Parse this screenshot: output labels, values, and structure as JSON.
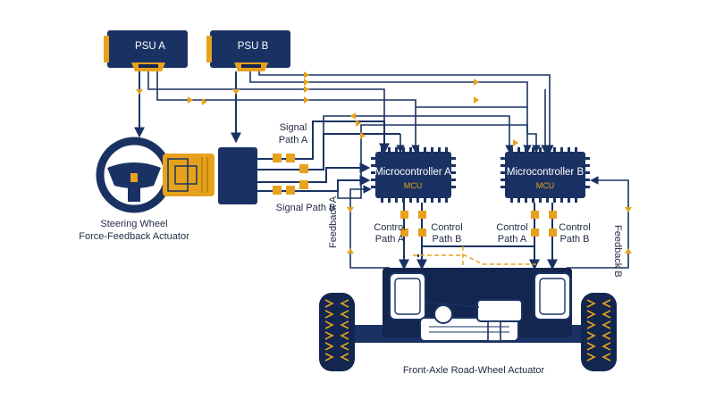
{
  "labels": {
    "psu_a": "PSU A",
    "psu_b": "PSU B",
    "mcu_a_title": "Microcontroller A",
    "mcu_a_sub": "MCU",
    "mcu_b_title": "Microcontroller B",
    "mcu_b_sub": "MCU",
    "signal_path_a_1": "Signal",
    "signal_path_a_2": "Path A",
    "signal_path_b": "Signal Path B",
    "steering_1": "Steering Wheel",
    "steering_2": "Force-Feedback Actuator",
    "control_a_left_1": "Control",
    "control_a_left_2": "Path A",
    "control_b_left_1": "Control",
    "control_b_left_2": "Path B",
    "control_a_right_1": "Control",
    "control_a_right_2": "Path A",
    "control_b_right_1": "Control",
    "control_b_right_2": "Path B",
    "feedback_a": "Feedback A",
    "feedback_b": "Feedback B",
    "axle": "Front-Axle Road-Wheel Actuator"
  },
  "colors": {
    "navy": "#1a3263",
    "gold": "#e6a21d"
  }
}
